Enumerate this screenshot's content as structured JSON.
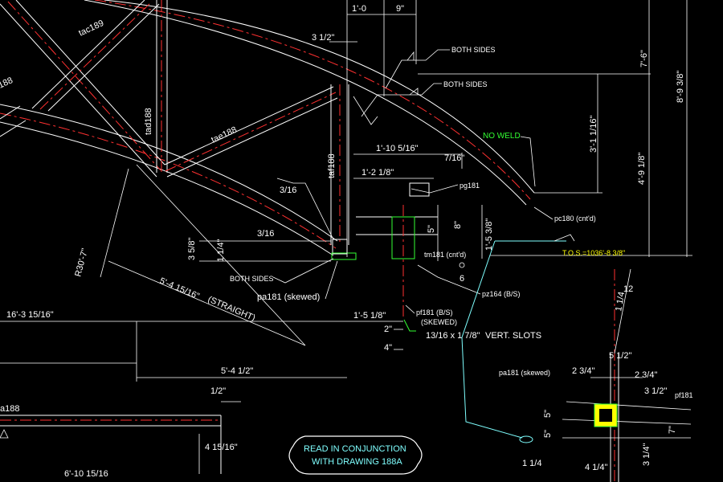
{
  "colors": {
    "background": "#000000",
    "linework": "#ffffff",
    "centerline": "#ff3030",
    "no_weld": "#33ff33",
    "tos": "#ffff00",
    "note": "#7fffff"
  },
  "members": {
    "tac189": "tac189",
    "tad188": "tad188",
    "tae188": "tae188",
    "taf188": "taf188",
    "left_188": "188",
    "bottom_188": "a188"
  },
  "labels": {
    "both_sides_1": "BOTH SIDES",
    "both_sides_2": "BOTH SIDES",
    "both_sides_3": "BOTH SIDES",
    "no_weld": "NO WELD",
    "pg181": "pg181",
    "pc180": "pc180 (cnt'd)",
    "tm181": "tm181 (cnt'd)",
    "pz164": "pz164 (B/S)",
    "pa181_skewed": "pa181 (skewed)",
    "pf181_bs": "pf181 (B/S)",
    "skewed": "(SKEWED)",
    "vert_slots": "VERT. SLOTS",
    "straight": "(STRAIGHT)",
    "tos": "T.O.S.=1036'-8 3/8\"",
    "pa181_detail": "pa181 (skewed)",
    "pf181_detail": "pf181",
    "slope_12": "12"
  },
  "dimensions": {
    "d_1_0": "1'-0",
    "d_9": "9\"",
    "d_3_1_2": "3 1/2\"",
    "d_7_6": "7'-6\"",
    "d_8_9_3_8": "8'-9 3/8\"",
    "d_3_1_1_16": "3'-1 1/16\"",
    "d_4_9_1_8": "4'-9 1/8\"",
    "d_1_10_5_16": "1'-10 5/16\"",
    "d_7_16": "7/16\"",
    "d_1_2_1_8": "1'-2 1/8\"",
    "d_3_16_a": "3/16",
    "d_3_16_b": "3/16",
    "d_1_5_3_8": "1'-5 3/8\"",
    "d_5": "5\"",
    "d_8": "8\"",
    "d_3_5_8": "3 5/8\"",
    "d_1_1_4": "1 1/4\"",
    "d_r30_7": "R30'-7\"",
    "d_5_4_15_16": "5'-4 15/16\"",
    "d_16_3_15_16": "16'-3 15/16\"",
    "d_5_4_1_2": "5'-4 1/2\"",
    "d_1_5_1_8": "1'-5 1/8\"",
    "d_2": "2\"",
    "d_4": "4\"",
    "d_13_16_x_1_7_8": "13/16 x 1 7/8\"",
    "d_6": "6",
    "d_1_2_small": "1/2\"",
    "d_4_15_16": "4 15/16\"",
    "d_6_10_15_16": "6'-10 15/16",
    "d_2_3_4_a": "2 3/4\"",
    "d_2_3_4_b": "2 3/4\"",
    "d_5_1_2": "5 1/2\"",
    "d_3_1_2_detail": "3 1/2\"",
    "d_5_detail_a": "5\"",
    "d_5_detail_b": "5\"",
    "d_7": "7\"",
    "d_3_1_4": "3 1/4\"",
    "d_1_1_4_detail": "1 1/4",
    "d_4_1_4": "4 1/4\"",
    "d_1_1_4_slope": "1 1/4"
  },
  "note": {
    "line1": "READ IN CONJUNCTION",
    "line2": "WITH DRAWING 188A"
  }
}
